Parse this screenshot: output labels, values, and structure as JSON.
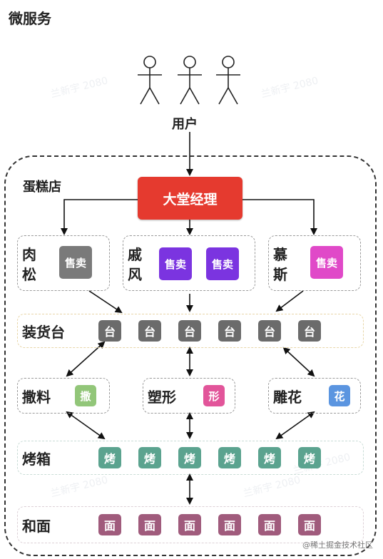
{
  "title": "微服务",
  "user": {
    "label": "用户"
  },
  "shop": {
    "label": "蛋糕店"
  },
  "lobby": {
    "label": "大堂经理"
  },
  "watermarks": [
    "兰新宇 2080",
    "兰新宇 2080",
    "兰新宇 2080",
    "兰新宇 2080",
    "兰新宇 2080"
  ],
  "sellers": [
    {
      "name": [
        "肉",
        "松"
      ],
      "chips": [
        "售卖"
      ],
      "colors": [
        "#7a7a7a"
      ]
    },
    {
      "name": [
        "戚",
        "风"
      ],
      "chips": [
        "售卖",
        "售卖"
      ],
      "colors": [
        "#7b34e0",
        "#7b34e0"
      ]
    },
    {
      "name": [
        "慕",
        "斯"
      ],
      "chips": [
        "售卖"
      ],
      "colors": [
        "#e049c8"
      ]
    }
  ],
  "assembly": {
    "label": "装货台",
    "chips": [
      "台",
      "台",
      "台",
      "台",
      "台",
      "台"
    ]
  },
  "decorations": [
    {
      "label": "撒料",
      "chip": "撒",
      "color": "#92c679"
    },
    {
      "label": "塑形",
      "chip": "形",
      "color": "#e2559a"
    },
    {
      "label": "雕花",
      "chip": "花",
      "color": "#5b95e0"
    }
  ],
  "oven": {
    "label": "烤箱",
    "chips": [
      "烤",
      "烤",
      "烤",
      "烤",
      "烤",
      "烤"
    ]
  },
  "dough": {
    "label": "和面",
    "chips": [
      "面",
      "面",
      "面",
      "面",
      "面",
      "面"
    ]
  },
  "footer": "@稀土掘金技术社区"
}
